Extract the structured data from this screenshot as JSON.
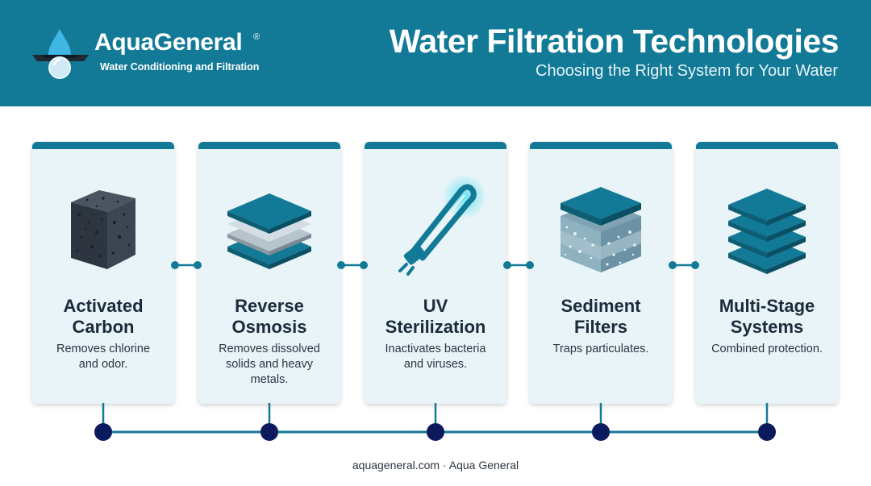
{
  "header": {
    "brand_name": "AquaGeneral",
    "brand_registered": "®",
    "brand_tagline": "Water Conditioning and Filtration",
    "title": "Water Filtration Technologies",
    "subtitle": "Choosing the Right System for Your Water"
  },
  "cards": [
    {
      "title_line1": "Activated",
      "title_line2": "Carbon",
      "desc_line1": "Removes chlorine",
      "desc_line2": "and odor.",
      "desc_line3": "",
      "icon": "carbon-cube-icon"
    },
    {
      "title_line1": "Reverse",
      "title_line2": "Osmosis",
      "desc_line1": "Removes dissolved",
      "desc_line2": "solids and heavy",
      "desc_line3": "metals.",
      "icon": "membrane-layers-icon"
    },
    {
      "title_line1": "UV",
      "title_line2": "Sterilization",
      "desc_line1": "Inactivates bacteria",
      "desc_line2": "and viruses.",
      "desc_line3": "",
      "icon": "uv-lamp-icon"
    },
    {
      "title_line1": "Sediment",
      "title_line2": "Filters",
      "desc_line1": "Traps particulates.",
      "desc_line2": "",
      "desc_line3": "",
      "icon": "sediment-layers-icon"
    },
    {
      "title_line1": "Multi-Stage",
      "title_line2": "Systems",
      "desc_line1": "Combined protection.",
      "desc_line2": "",
      "desc_line3": "",
      "icon": "stacked-layers-icon"
    }
  ],
  "footer": {
    "text": "aquageneral.com · Aqua General"
  },
  "colors": {
    "header_bg": "#127a96",
    "card_bg": "#e8f4f8",
    "timeline_dot": "#0b1a5c",
    "line": "#127a96"
  }
}
